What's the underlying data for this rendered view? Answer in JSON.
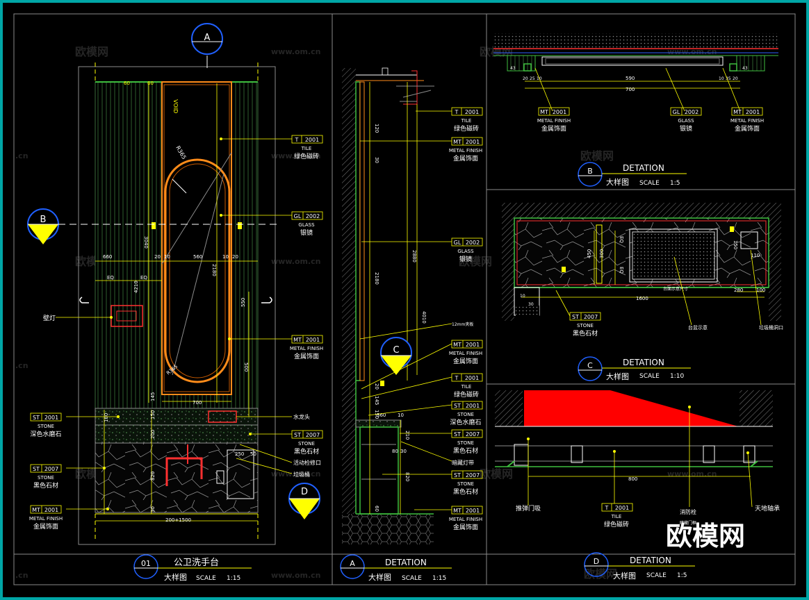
{
  "watermark": {
    "brand": "欧模网",
    "url": "www.om.cn",
    "partial_url": ".cn"
  },
  "colors": {
    "frame": "#00a6a6",
    "dim": "#ffff00",
    "text": "#ffffff",
    "label": "#ffff00",
    "mirror": "#ff8c1a",
    "red": "#ff0000",
    "green": "#00ff00",
    "gray": "#8c8c8c"
  },
  "panel01": {
    "sec_A": "A",
    "sec_B": "B",
    "sec_D": "D",
    "void": "VOID",
    "radius_top": "R365",
    "radius_bottom": "R365",
    "dims": {
      "d60_top": "60",
      "d60_b": "60",
      "d660": "660",
      "d20a": "20",
      "d10a": "10",
      "d560": "560",
      "d10b": "10",
      "d20b": "20",
      "eq1": "EQ",
      "eq2": "EQ",
      "d3040": "3040",
      "d4210": "4210",
      "d2180": "2180",
      "d550": "550",
      "d500": "500",
      "d700": "700",
      "d145": "145",
      "d150": "150",
      "d180": "180",
      "d200": "200",
      "d820": "820",
      "d250": "250",
      "d50": "50",
      "d30": "30",
      "total": "200+1500"
    },
    "labels": {
      "wall_lamp": "壁灯",
      "tile": {
        "code": "T",
        "num": "2001",
        "en": "TILE",
        "cn": "绿色磁砖"
      },
      "glass": {
        "code": "GL",
        "num": "2002",
        "en": "GLASS",
        "cn": "银镜"
      },
      "metal": {
        "code": "MT",
        "num": "2001",
        "en": "METAL FINISH",
        "cn": "金属饰面"
      },
      "stone1": {
        "code": "ST",
        "num": "2001",
        "en": "STONE",
        "cn": "深色水磨石"
      },
      "stone2": {
        "code": "ST",
        "num": "2007",
        "en": "STONE",
        "cn": "黑色石材"
      },
      "stone3": {
        "code": "ST",
        "num": "2007",
        "en": "STONE",
        "cn": "黑色石材"
      },
      "metal2": {
        "code": "MT",
        "num": "2001",
        "en": "METAL FINISH",
        "cn": "金属饰面"
      },
      "faucet": "水龙头",
      "access": "活动检修口",
      "bin": "垃圾桶"
    },
    "title": {
      "num": "01",
      "cn": "公卫洗手台",
      "sub": "大样图",
      "scale_label": "SCALE",
      "scale": "1:15"
    }
  },
  "panelA": {
    "sec_C": "C",
    "dims": {
      "d120": "120",
      "d30": "30",
      "d2880": "2880",
      "d2180": "2180",
      "d4010": "4010",
      "d20": "20",
      "d145": "145",
      "d150": "150",
      "d360": "360",
      "d10": "10",
      "d210": "210",
      "d80": "80",
      "d30b": "30",
      "d820": "820",
      "d60": "60"
    },
    "labels": {
      "tile": {
        "code": "T",
        "num": "2001",
        "en": "TILE",
        "cn": "绿色磁砖"
      },
      "metal": {
        "code": "MT",
        "num": "2001",
        "en": "METAL FINISH",
        "cn": "金属饰面"
      },
      "glass": {
        "code": "GL",
        "num": "2002",
        "en": "GLASS",
        "cn": "银镜"
      },
      "board": "12mm夹板",
      "metal2": {
        "code": "MT",
        "num": "2001",
        "en": "METAL FINISH",
        "cn": "金属饰面"
      },
      "tile2": {
        "code": "T",
        "num": "2001",
        "en": "TILE",
        "cn": "绿色磁砖"
      },
      "stone1": {
        "code": "ST",
        "num": "2001",
        "en": "STONE",
        "cn": "深色水磨石"
      },
      "stone2": {
        "code": "ST",
        "num": "2007",
        "en": "STONE",
        "cn": "黑色石材"
      },
      "led": "暗藏灯带",
      "stone3": {
        "code": "ST",
        "num": "2007",
        "en": "STONE",
        "cn": "黑色石材"
      },
      "metal3": {
        "code": "MT",
        "num": "2001",
        "en": "METAL FINISH",
        "cn": "金属饰面"
      }
    },
    "title": {
      "sec": "A",
      "en": "DETATION",
      "sub": "大样图",
      "scale_label": "SCALE",
      "scale": "1:15"
    }
  },
  "panelB": {
    "dims": {
      "d20": "20",
      "d25": "25",
      "d10a": "10",
      "d590": "590",
      "d10b": "10",
      "d35": "35",
      "d20b": "20",
      "d700": "700",
      "d43": "43",
      "d43b": "43"
    },
    "labels": {
      "metal1": {
        "code": "MT",
        "num": "2001",
        "en": "METAL FINISH",
        "cn": "金属饰面"
      },
      "glass": {
        "code": "GL",
        "num": "2002",
        "en": "GLASS",
        "cn": "银镜"
      },
      "metal2": {
        "code": "MT",
        "num": "2001",
        "en": "METAL FINISH",
        "cn": "金属饰面"
      }
    },
    "title": {
      "sec": "B",
      "en": "DETATION",
      "sub": "大样图",
      "scale_label": "SCALE",
      "scale": "1:5"
    }
  },
  "panelC": {
    "dims": {
      "d10": "10",
      "d30": "30",
      "d450": "450",
      "d300": "300",
      "d1600": "1600",
      "d280": "280",
      "d100": "100",
      "d110": "110",
      "d150": "150",
      "eq1": "EQ",
      "eq2": "EQ"
    },
    "labels": {
      "stone": {
        "code": "ST",
        "num": "2007",
        "en": "STONE",
        "cn": "黑色石材"
      },
      "basin": "台盆示意",
      "bin_port": "垃圾桶洞口",
      "top": "台面示意尺寸"
    },
    "title": {
      "sec": "C",
      "en": "DETATION",
      "sub": "大样图",
      "scale_label": "SCALE",
      "scale": "1:10"
    }
  },
  "panelD": {
    "dims": {
      "d800": "800"
    },
    "labels": {
      "door_stop": "推弹门吸",
      "tile": {
        "code": "T",
        "num": "2001",
        "en": "TILE",
        "cn": "绿色磁砖"
      },
      "fire": "消防栓",
      "hinge": "天地轴承",
      "extra": "暗藏门框"
    },
    "title": {
      "sec": "D",
      "en": "DETATION",
      "sub": "大样图",
      "scale_label": "SCALE",
      "scale": "1:5"
    }
  }
}
